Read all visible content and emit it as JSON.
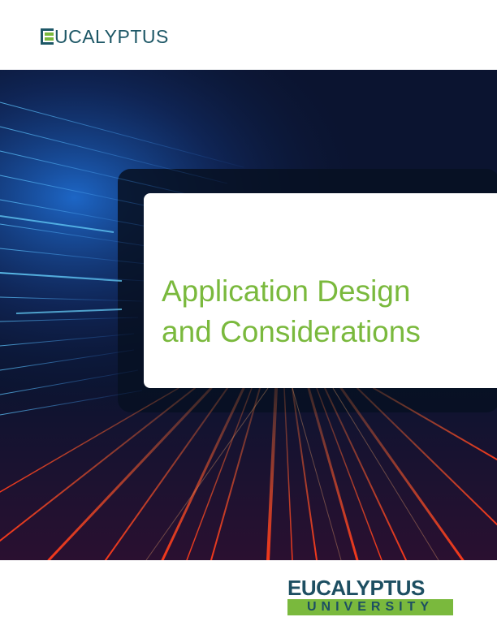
{
  "header": {
    "brand": "UCALYPTUS",
    "logo_icon": "eucalyptus-e-logo"
  },
  "cover": {
    "title": "Application Design\nand Considerations"
  },
  "footer": {
    "brand_top": "EUCALYPTUS",
    "brand_bottom": "UNIVERSITY"
  },
  "colors": {
    "brand_teal": "#1d5766",
    "brand_green": "#7ab93d",
    "hero_dark": "#0b1430"
  }
}
